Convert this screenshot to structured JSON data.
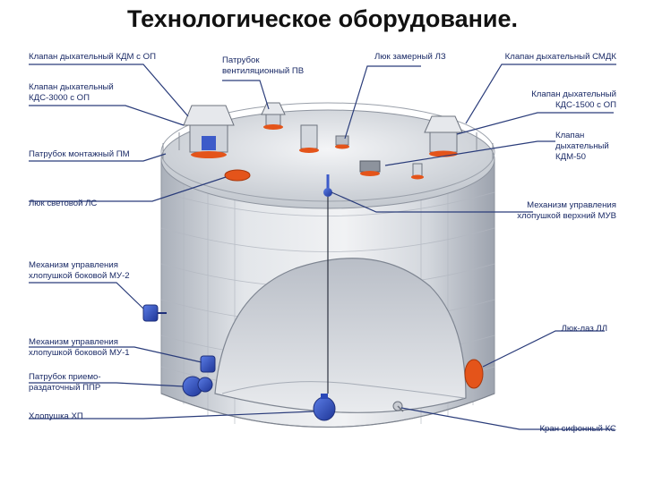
{
  "title": "Технологическое оборудование.",
  "labels": {
    "kdm_op": "Клапан дыхательный КДМ с ОП",
    "pv": [
      "Патрубок",
      "вентиляционный ПВ"
    ],
    "lz": "Люк замерный ЛЗ",
    "smdk": "Клапан дыхательный СМДК",
    "kds3000": [
      "Клапан дыхательный",
      "КДС-3000 с ОП"
    ],
    "kds1500": [
      "Клапан дыхательный",
      "КДС-1500 с ОП"
    ],
    "pm": "Патрубок монтажный ПМ",
    "kdm50": [
      "Клапан",
      "дыхательный",
      "КДМ-50"
    ],
    "ls": "Люк световой ЛС",
    "muv": [
      "Механизм управления",
      "хлопушкой верхний МУВ"
    ],
    "mu2": [
      "Механизм управления",
      "хлопушкой боковой МУ-2"
    ],
    "ll": "Люк-лаз ЛЛ",
    "mu1": [
      "Механизм управления",
      "хлопушкой боковой МУ-1"
    ],
    "ppr": [
      "Патрубок приемо-",
      "раздаточный ППР"
    ],
    "hp": "Хлопушка ХП",
    "ks": "Кран сифонный КС"
  },
  "colors": {
    "label_text": "#1a2a66",
    "leader_line": "#2a3c7a",
    "tank_shell": "#c9ccd2",
    "tank_dark": "#9ea3ad",
    "hatch_orange": "#e4541a",
    "valve_blue": "#2a48b8"
  }
}
